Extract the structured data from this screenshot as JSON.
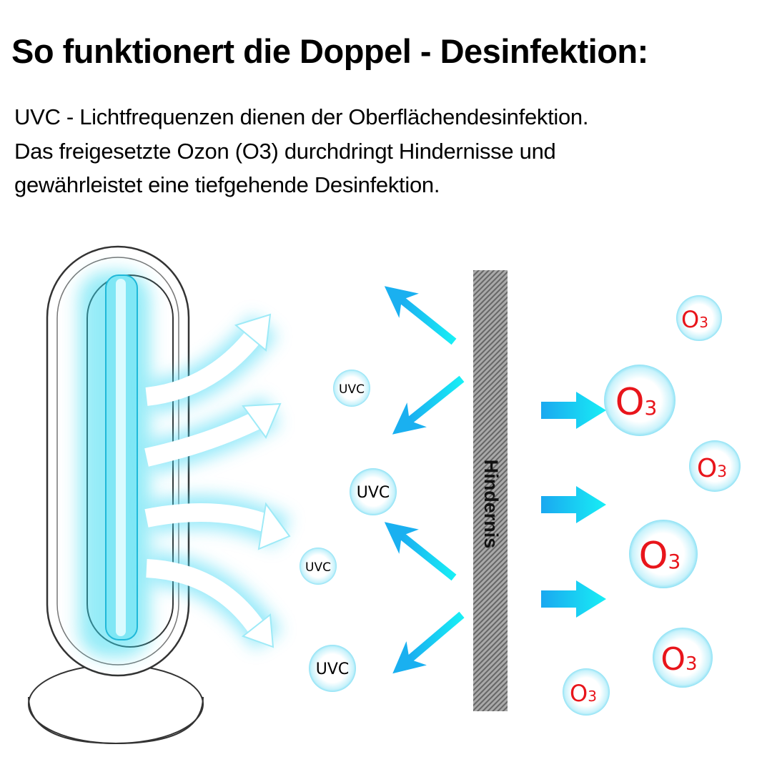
{
  "title": "So funktionert die Doppel - Desinfektion:",
  "description": [
    "UVC - Lichtfrequenzen dienen der Oberflächendesinfektion.",
    "Das freigesetzte Ozon (O3) durchdringt Hindernisse und",
    "gewährleistet eine tiefgehende Desinfektion."
  ],
  "obstacle_label": "Hindernis",
  "uvc_label": "UVC",
  "ozone": {
    "letter": "O",
    "subscript": "3"
  },
  "colors": {
    "uv_blue": "#1ab0f0",
    "uv_cyan": "#18e8f5",
    "ozone_red": "#e8151b",
    "obstacle_gray": "#8a8a8a"
  }
}
